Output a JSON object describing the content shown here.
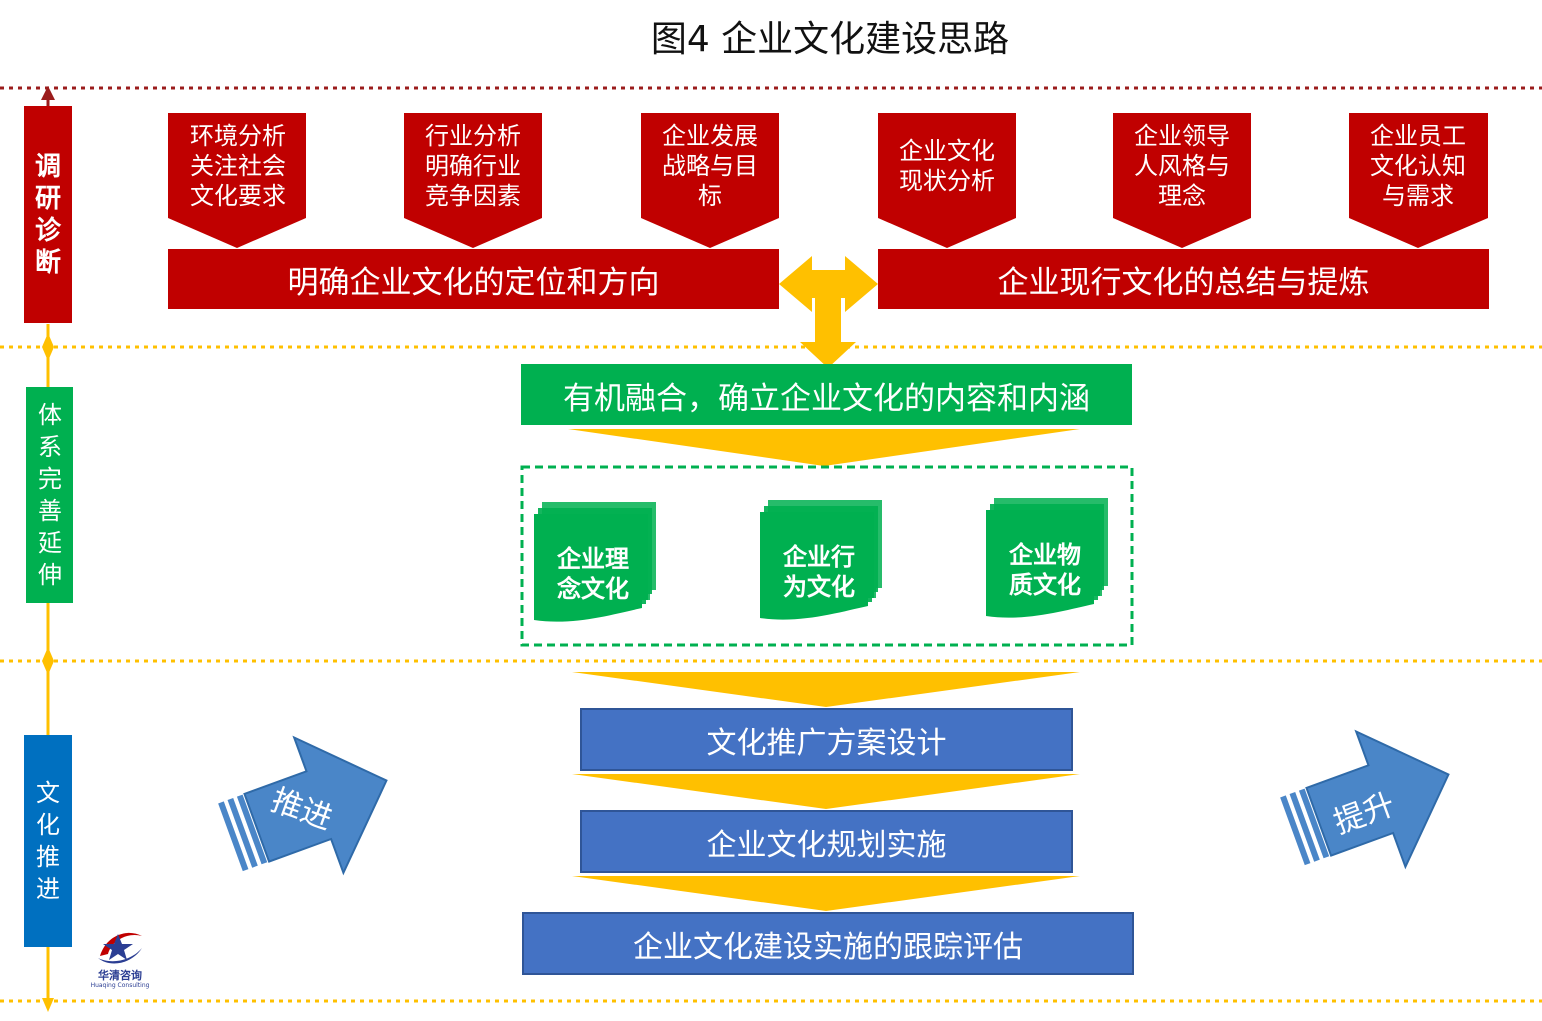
{
  "title": "图4  企业文化建设思路",
  "phases": {
    "research": "调\n研\n诊\n断",
    "system": "体\n系\n完\n善\n延\n伸",
    "promotion": "文\n化\n推\n进"
  },
  "research_cards": [
    "环境分析\n关注社会\n文化要求",
    "行业分析\n明确行业\n竞争因素",
    "企业发展\n战略与目\n标",
    "企业文化\n现状分析",
    "企业领导\n人风格与\n理念",
    "企业员工\n文化认知\n与需求"
  ],
  "research_bars": {
    "left": "明确企业文化的定位和方向",
    "right": "企业现行文化的总结与提炼"
  },
  "fusion_bar": "有机融合，确立企业文化的内容和内涵",
  "culture_docs": [
    "企业理\n念文化",
    "企业行\n为文化",
    "企业物\n质文化"
  ],
  "promotion_steps": [
    "文化推广方案设计",
    "企业文化规划实施",
    "企业文化建设实施的跟踪评估"
  ],
  "side_arrows": {
    "left": "推进",
    "right": "提升"
  },
  "logo": {
    "name": "华清咨询",
    "sub": "Huaqing Consulting"
  },
  "colors": {
    "red": "#c00000",
    "green": "#00b050",
    "blue": "#4472c4",
    "gold": "#ffc000",
    "dark_red_line": "#9b1c1c",
    "navy": "#2b3e93"
  }
}
